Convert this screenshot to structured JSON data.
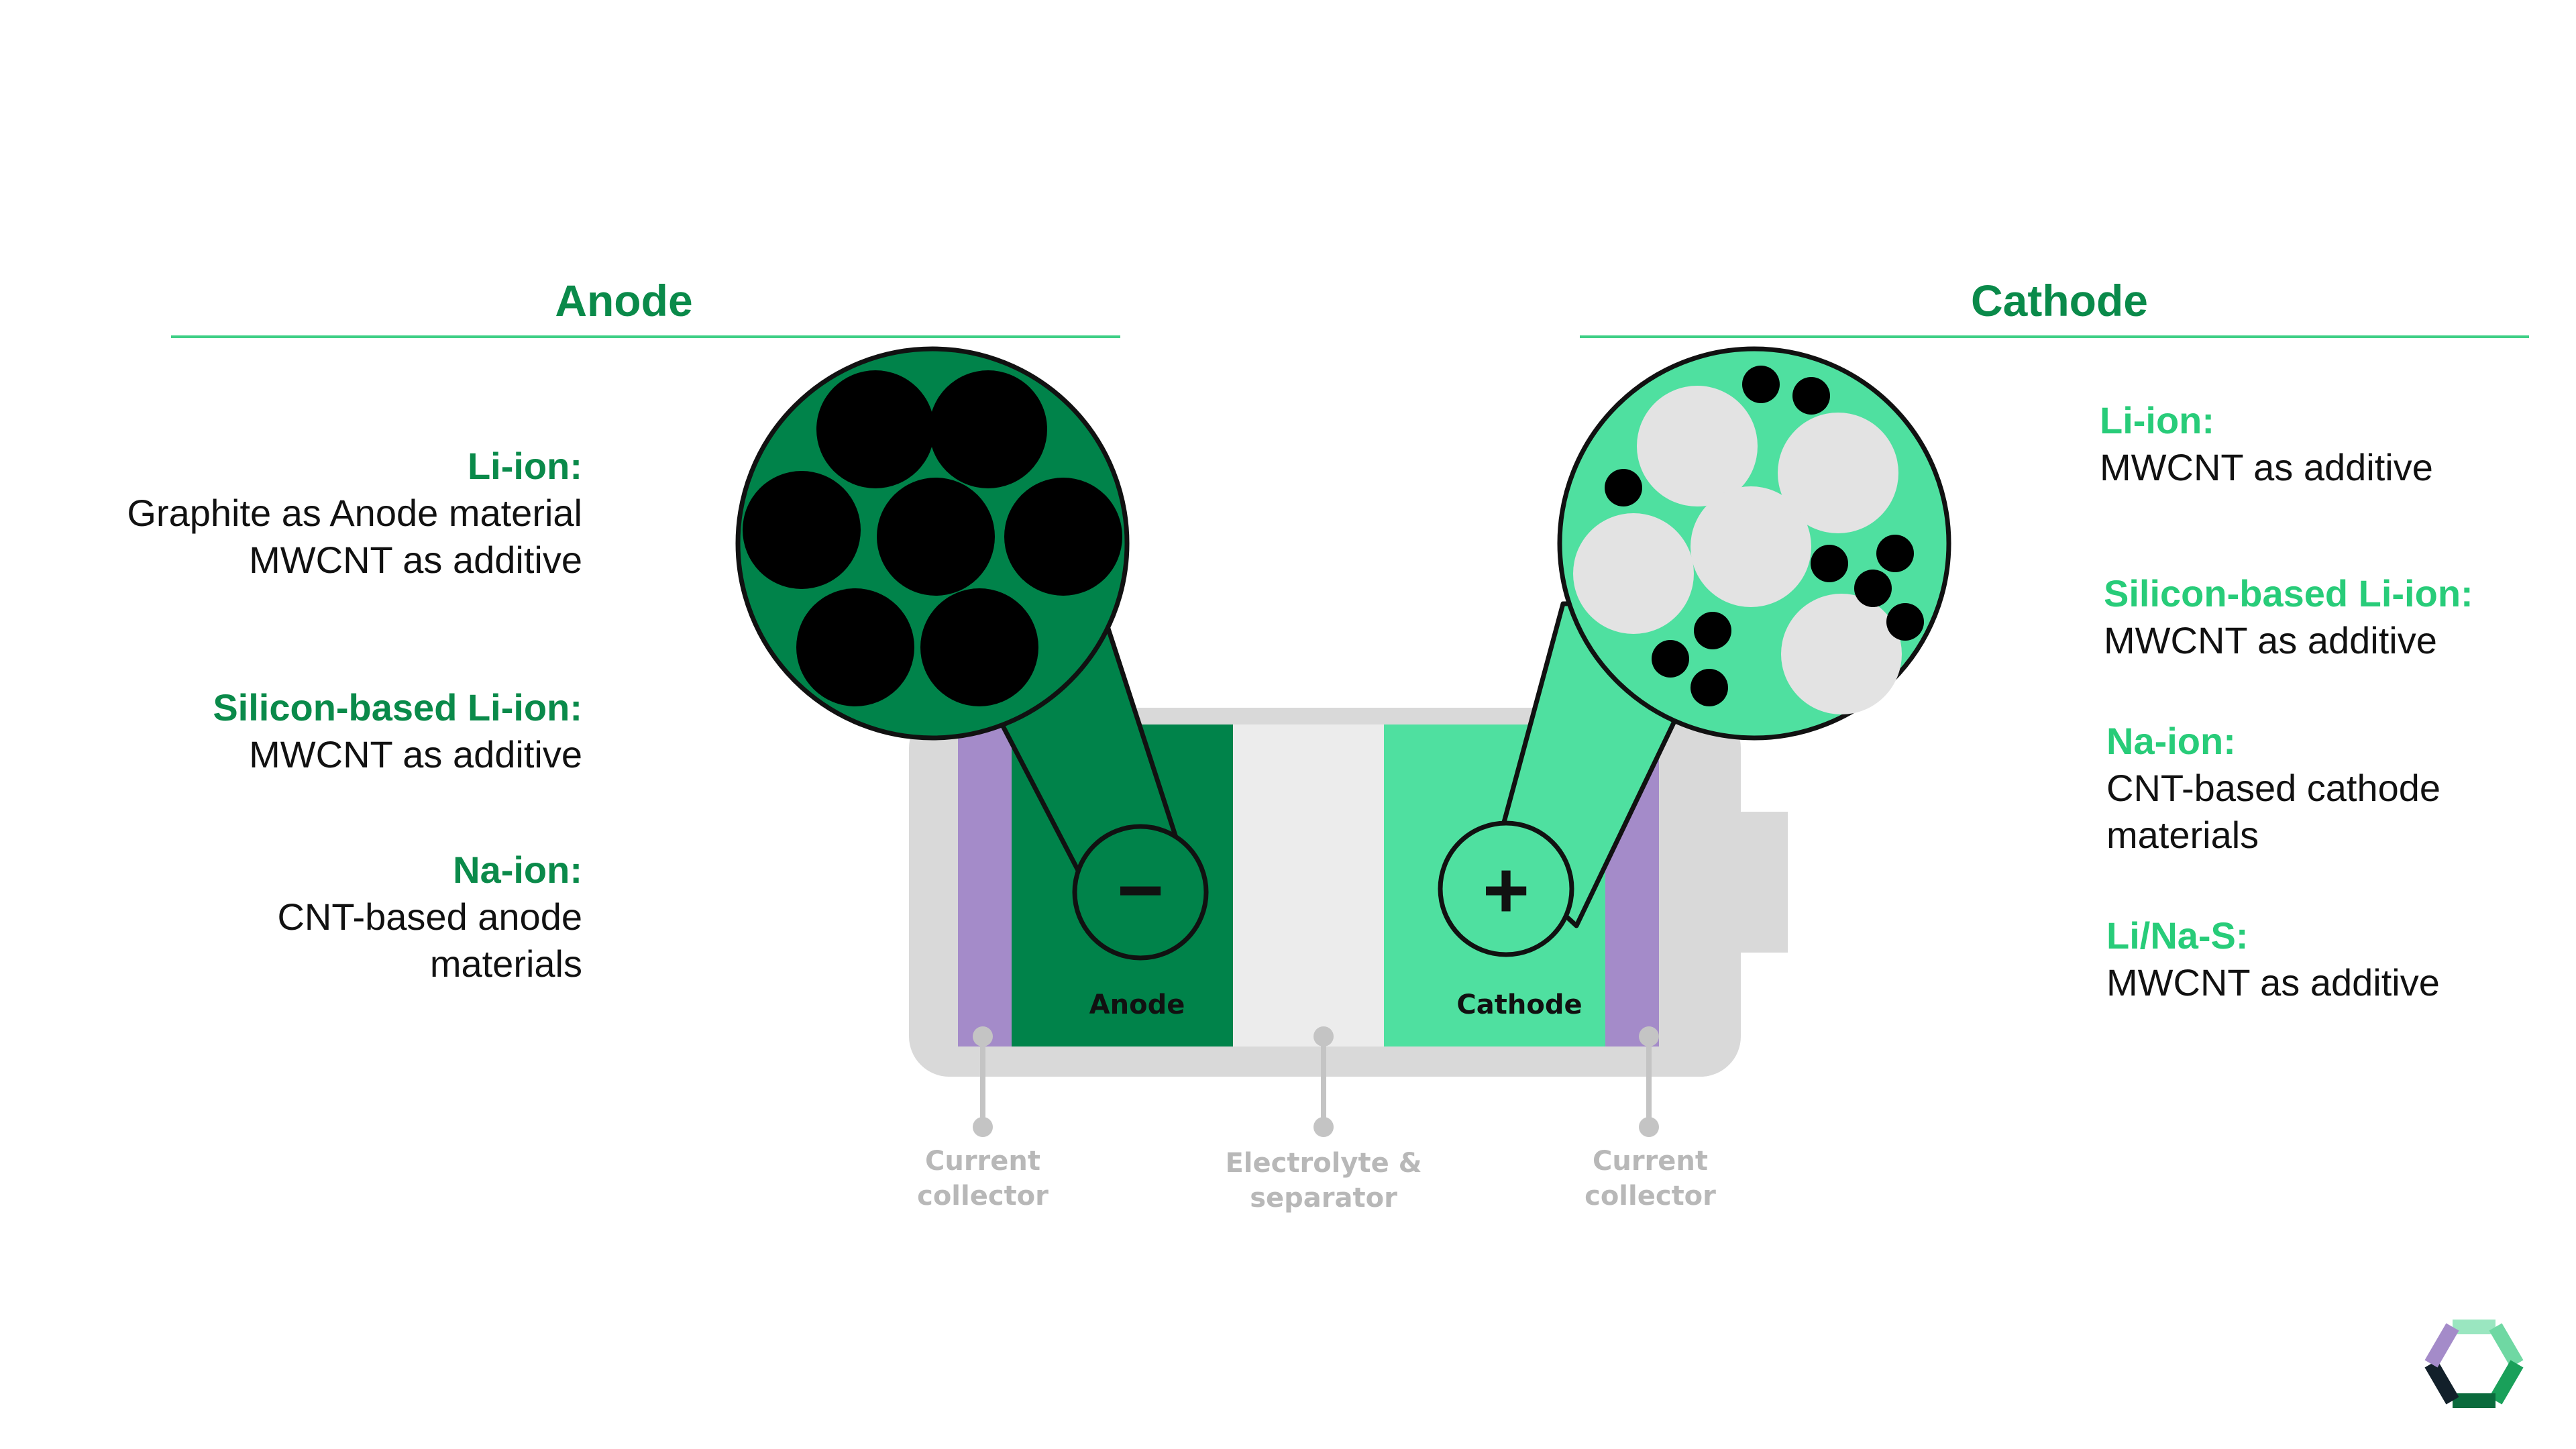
{
  "anode": {
    "title": "Anode",
    "items": [
      {
        "heading": "Li-ion:",
        "lines": [
          "Graphite as Anode material",
          "MWCNT as additive"
        ]
      },
      {
        "heading": "Silicon-based Li-ion:",
        "lines": [
          "MWCNT as additive"
        ]
      },
      {
        "heading": "Na-ion:",
        "lines": [
          "CNT-based anode",
          "materials"
        ]
      }
    ]
  },
  "cathode": {
    "title": "Cathode",
    "items": [
      {
        "heading": "Li-ion:",
        "lines": [
          "MWCNT as additive"
        ]
      },
      {
        "heading": "Silicon-based Li-ion:",
        "lines": [
          "MWCNT as additive"
        ]
      },
      {
        "heading": "Na-ion:",
        "lines": [
          "CNT-based cathode",
          "materials"
        ]
      },
      {
        "heading": "Li/Na-S:",
        "lines": [
          "MWCNT as additive"
        ]
      }
    ]
  },
  "battery": {
    "anode_label": "Anode",
    "cathode_label": "Cathode",
    "minus_symbol": "−",
    "plus_symbol": "+",
    "collector_left": [
      "Current",
      "collector"
    ],
    "separator": [
      "Electrolyte &",
      "separator"
    ],
    "collector_right": [
      "Current",
      "collector"
    ]
  },
  "colors": {
    "dark_green": "#00834a",
    "light_green": "#4fe0a0",
    "purple": "#a48bc9",
    "grey": "#d9d9d9",
    "particle_grey": "#e3e3e3"
  },
  "logo": {
    "name": "hexagon-logo-icon"
  }
}
